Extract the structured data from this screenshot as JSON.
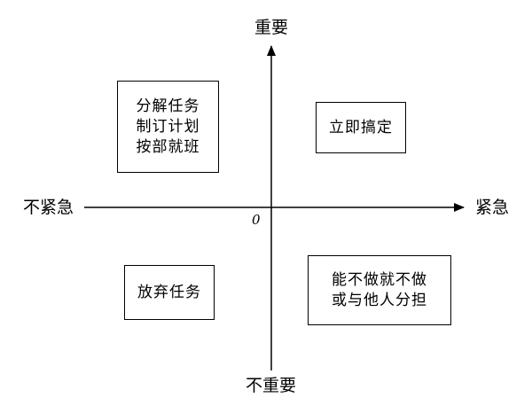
{
  "axes": {
    "top_label": "重要",
    "bottom_label": "不重要",
    "left_label": "不紧急",
    "right_label": "紧急",
    "origin_label": "0",
    "line_color": "#000000"
  },
  "quadrants": {
    "top_left": "分解任务\n制订计划\n按部就班",
    "top_right": "立即搞定",
    "bottom_left": "放弃任务",
    "bottom_right": "能不做就不做\n或与他人分担"
  }
}
